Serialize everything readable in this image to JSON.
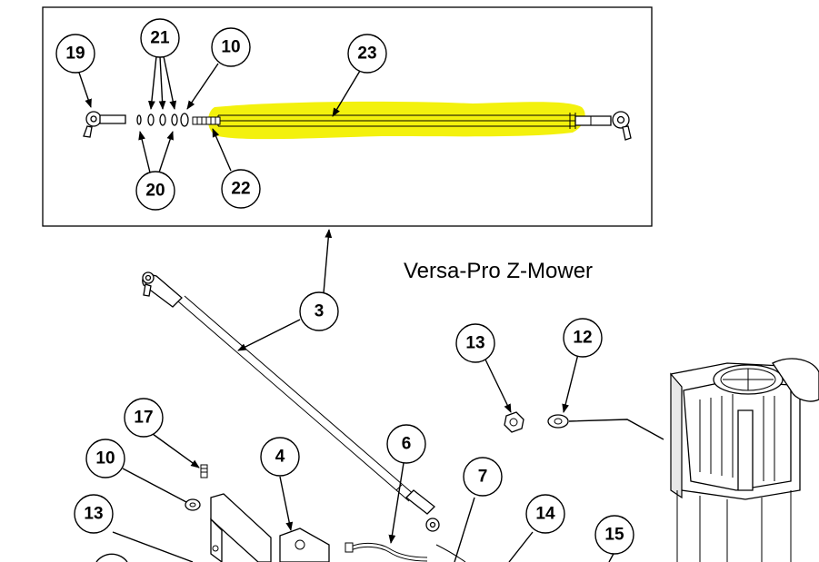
{
  "title": "Versa-Pro Z-Mower",
  "highlight_color": "#f2f000",
  "callouts": {
    "c19": "19",
    "c21": "21",
    "c10a": "10",
    "c23": "23",
    "c20": "20",
    "c22": "22",
    "c3": "3",
    "c13a": "13",
    "c12": "12",
    "c17": "17",
    "c10b": "10",
    "c4": "4",
    "c6": "6",
    "c7": "7",
    "c14": "14",
    "c13b": "13",
    "c15": "15"
  },
  "parts": {
    "detail_box": "detail-inset",
    "tie_rod": "tie-rod-assembly",
    "engine": "engine",
    "bracket": "mounting-bracket",
    "pump": "hydro-pump",
    "cable": "control-cable"
  }
}
